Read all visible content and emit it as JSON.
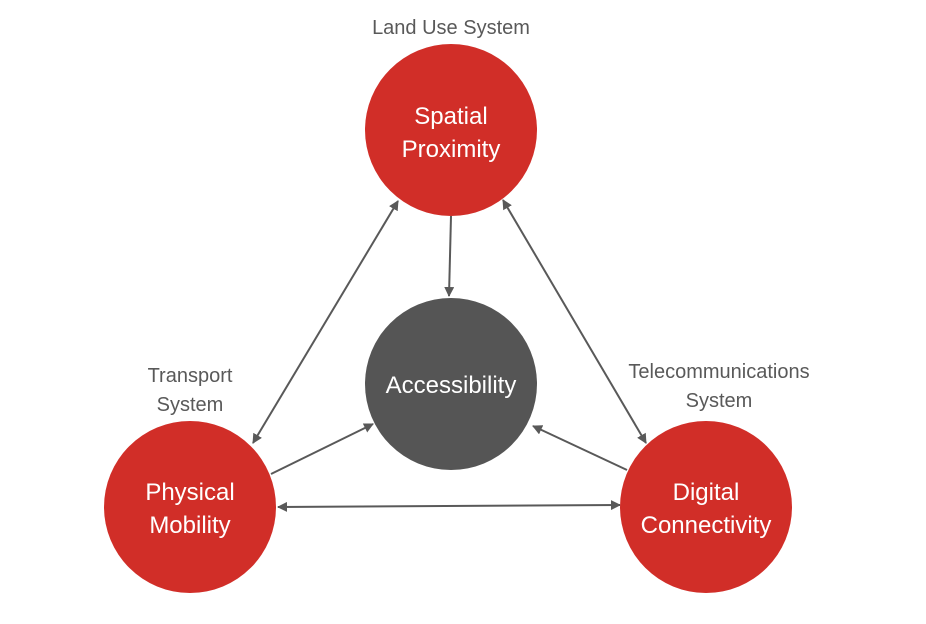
{
  "colors": {
    "node_red": "#d12e28",
    "node_center": "#555555",
    "arrow": "#595959",
    "system_label": "#595959",
    "node_text": "#ffffff"
  },
  "nodes": {
    "spatial": {
      "line1": "Spatial",
      "line2": "Proximity",
      "system": "Land Use System"
    },
    "center": {
      "label": "Accessibility"
    },
    "physical": {
      "line1": "Physical",
      "line2": "Mobility",
      "system_line1": "Transport",
      "system_line2": "System"
    },
    "digital": {
      "line1": "Digital",
      "line2": "Connectivity",
      "system_line1": "Telecommunications",
      "system_line2": "System"
    }
  },
  "edges": [
    {
      "from": "spatial",
      "to": "center",
      "direction": "one-way"
    },
    {
      "from": "physical",
      "to": "center",
      "direction": "one-way"
    },
    {
      "from": "digital",
      "to": "center",
      "direction": "one-way"
    },
    {
      "from": "spatial",
      "to": "physical",
      "direction": "two-way"
    },
    {
      "from": "spatial",
      "to": "digital",
      "direction": "two-way"
    },
    {
      "from": "physical",
      "to": "digital",
      "direction": "two-way"
    }
  ]
}
